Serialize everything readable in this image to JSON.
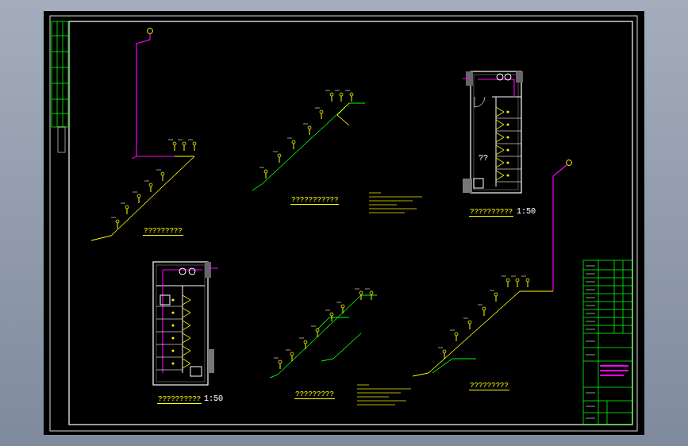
{
  "diagram": {
    "labels": [
      "?????????",
      "???????????",
      "??????????",
      "1:50",
      "??",
      "??????????",
      "1:50",
      "?????????",
      "?????????"
    ]
  }
}
